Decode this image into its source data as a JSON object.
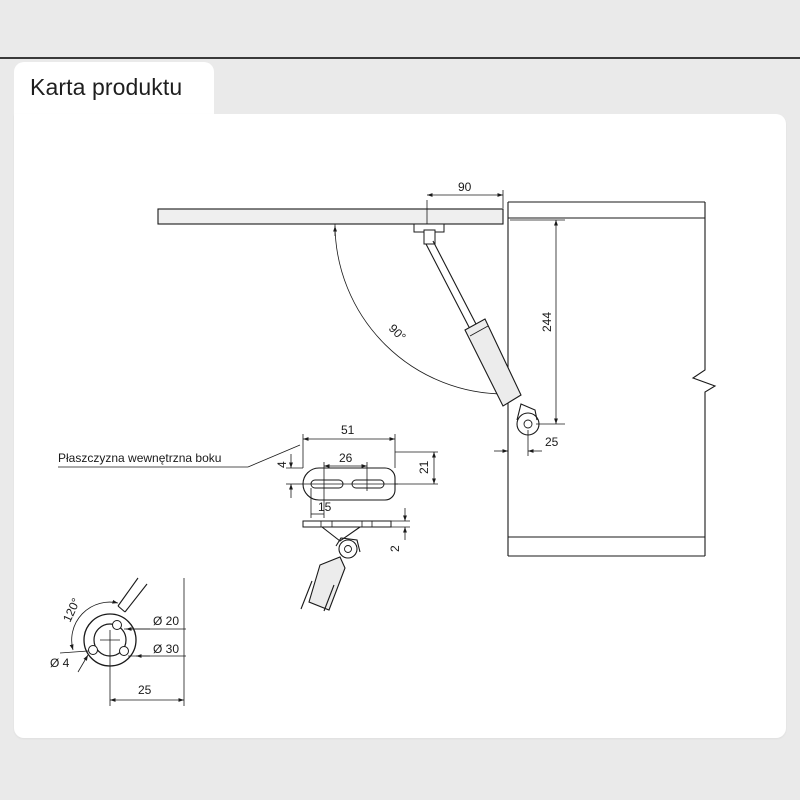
{
  "header": {
    "title": "Karta produktu"
  },
  "drawing": {
    "callout_label": "Płaszczyzna wewnętrzna boku",
    "dimensions": {
      "lid_offset": "90",
      "height": "244",
      "angle": "90°",
      "offset_bottom": "25",
      "plate_length": "51",
      "slot_spacing": "26",
      "plate_height": "21",
      "edge_offset": "4",
      "slot_offset": "15",
      "plate_thickness": "2",
      "hole_angle": "120°",
      "diam_inner": "Ø 20",
      "diam_outer": "Ø 30",
      "diam_hole": "Ø 4",
      "detail_offset": "25"
    },
    "colors": {
      "line": "#1a1a1a",
      "fill": "#ececec"
    }
  }
}
